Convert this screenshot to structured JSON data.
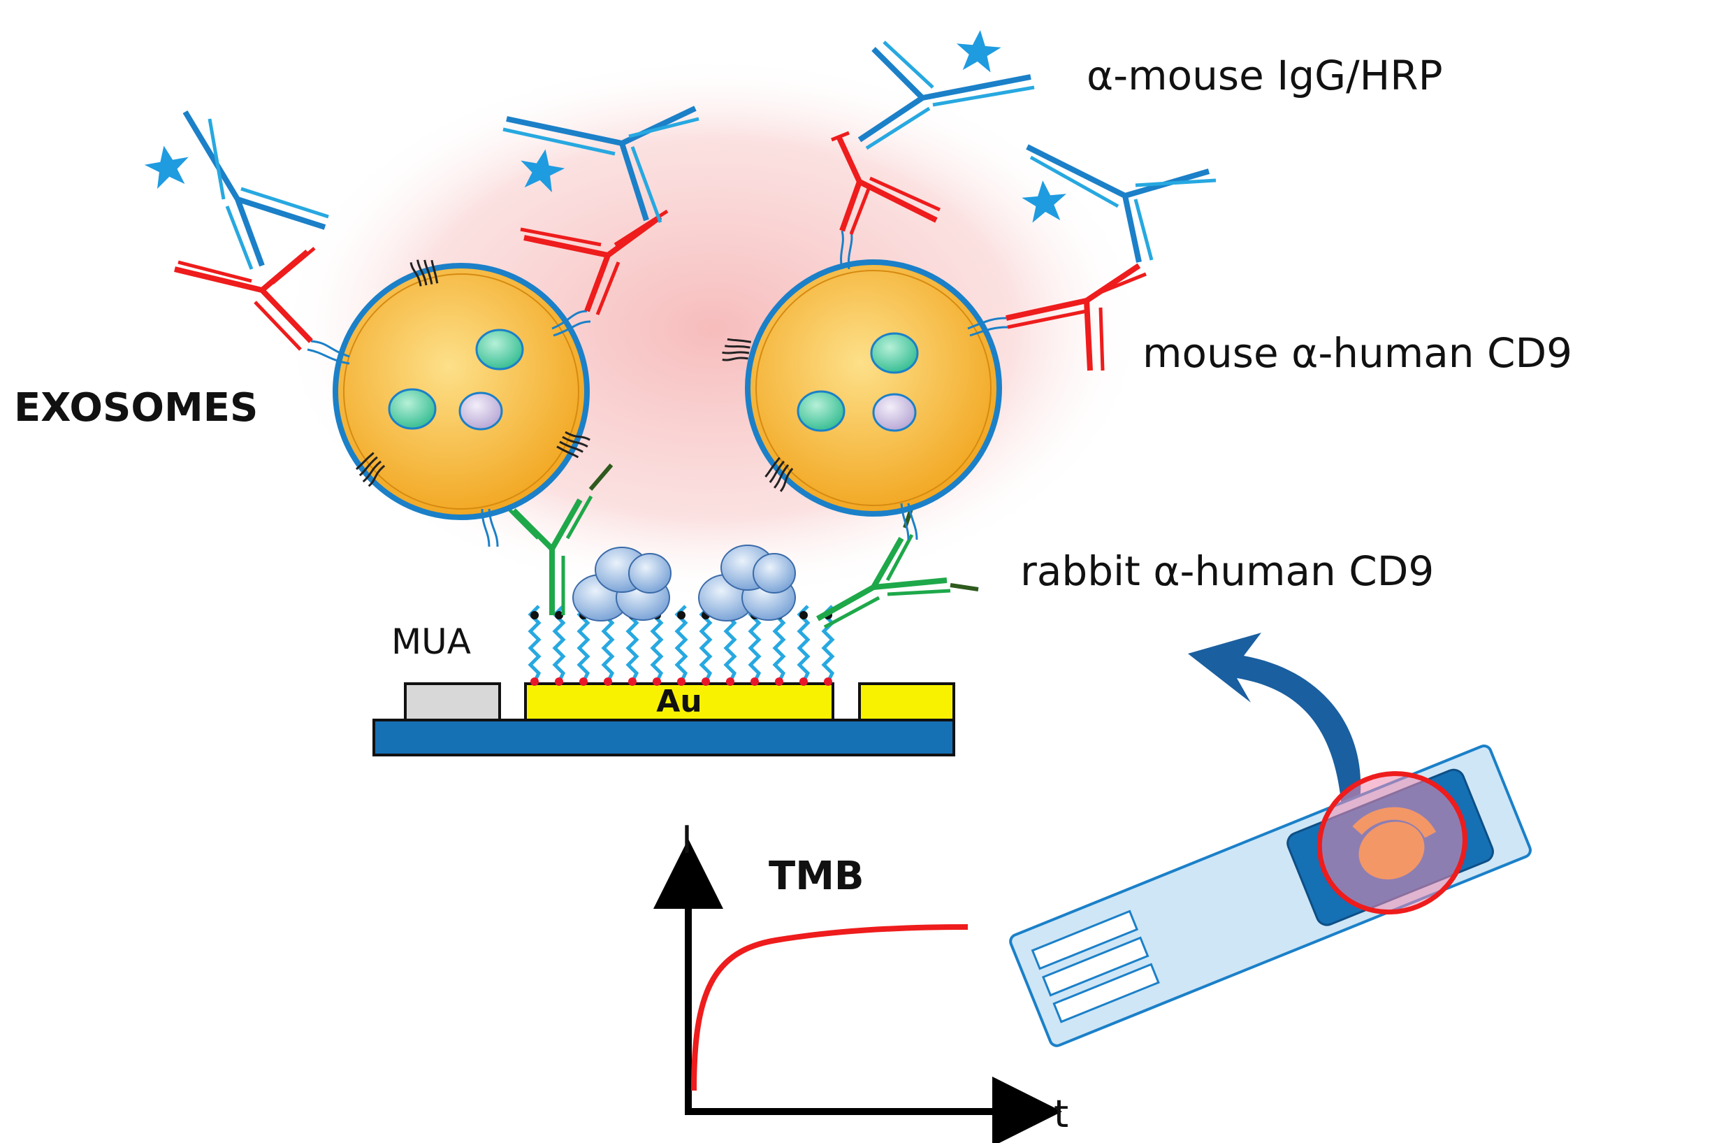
{
  "labels": {
    "exosomes": "EXOSOMES",
    "detection_antibody": "α-mouse IgG/HRP",
    "primary_antibody": "mouse α-human CD9",
    "capture_antibody": "rabbit α-human CD9",
    "linker": "MUA",
    "electrode": "Au",
    "substrate": "TMB",
    "y_axis": "I",
    "x_axis": "t"
  },
  "colors": {
    "capture_antibody": "#1ea84a",
    "capture_antibody_dark": "#2e5a1e",
    "mouse_antibody": "#ee1c1c",
    "hrp_antibody": "#1b80c8",
    "hrp_antibody_light": "#27a8e0",
    "hrp_star": "#1f9be0",
    "exosome_fill": "#f5b93a",
    "exosome_halo": "#f6b8b8",
    "gold": "#f8f200",
    "substrate": "#1670b4",
    "curve": "#ee1c1c",
    "arrow": "#1a5fa0"
  }
}
